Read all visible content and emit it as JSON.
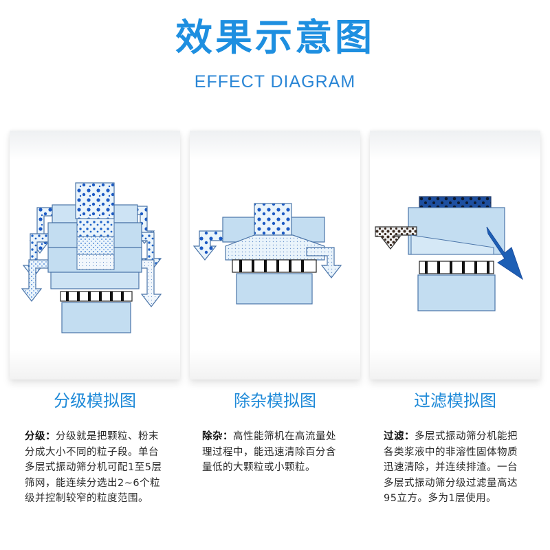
{
  "header": {
    "title": "效果示意图",
    "subtitle": "EFFECT DIAGRAM"
  },
  "colors": {
    "accent": "#1e8fe0",
    "machine": "#bcd9ef",
    "dark_blue": "#1d4fa0"
  },
  "cards": [
    {
      "caption": "分级模拟图",
      "term": "分级：",
      "description": "分级就是把颗粒、粉末分成大小不同的粒子段。单台多层式振动筛分机可配1至5层筛网，能连续分选出2~6个粒级并控制较窄的粒度范围。"
    },
    {
      "caption": "除杂模拟图",
      "term": "除杂：",
      "description": "高性能筛机在高流量处理过程中，能迅速清除百分含量低的大颗粒或小颗粒。"
    },
    {
      "caption": "过滤模拟图",
      "term": "过滤：",
      "description": "多层式振动筛分机能把各类浆液中的非溶性固体物质迅速清除，并连续排渣。一台多层式振动筛分级过滤量高达95立方。多为1层使用。"
    }
  ]
}
